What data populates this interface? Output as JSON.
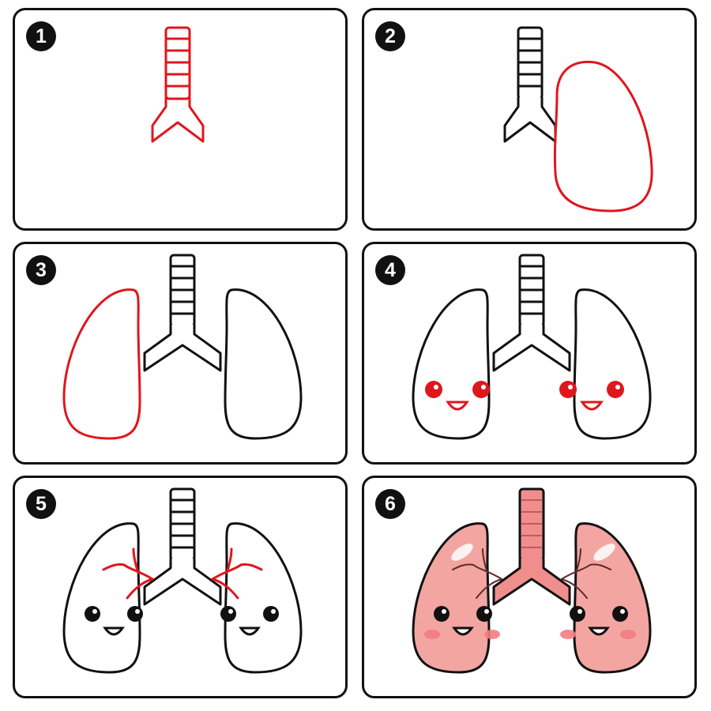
{
  "steps": [
    {
      "number": "1"
    },
    {
      "number": "2"
    },
    {
      "number": "3"
    },
    {
      "number": "4"
    },
    {
      "number": "5"
    },
    {
      "number": "6"
    }
  ],
  "colors": {
    "line": "#111111",
    "highlight_line": "#e0161d",
    "lung_fill": "#f3a5a2",
    "trachea_fill": "#f08e8e",
    "cheek": "#f27d82",
    "shine": "#ffffff"
  }
}
